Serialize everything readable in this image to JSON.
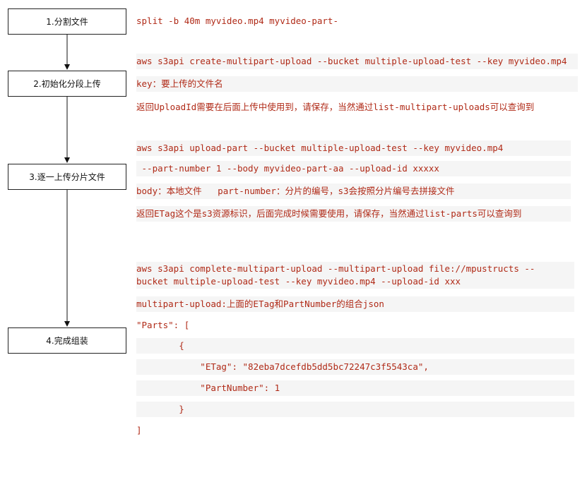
{
  "steps": {
    "s1": "1.分割文件",
    "s2": "2.初始化分段上传",
    "s3": "3.逐一上传分片文件",
    "s4": "4.完成组装"
  },
  "code": {
    "split": "split -b 40m myvideo.mp4 myvideo-part-",
    "create_cmd": "aws s3api create-multipart-upload --bucket multiple-upload-test --key myvideo.mp4",
    "create_key_note": "key：要上传的文件名",
    "create_return_note": "返回UploadId需要在后面上传中使用到，请保存，当然通过list-multipart-uploads可以查询到",
    "upload_cmd_1": "aws s3api upload-part --bucket multiple-upload-test --key myvideo.mp4",
    "upload_cmd_2": " --part-number 1 --body myvideo-part-aa --upload-id xxxxx",
    "upload_params_note": "body：本地文件   part-number：分片的编号，s3会按照分片编号去拼接文件",
    "upload_return_note": "返回ETag这个是s3资源标识，后面完成时候需要使用，请保存，当然通过list-parts可以查询到",
    "complete_cmd_1": "aws s3api complete-multipart-upload --multipart-upload file://mpustructs --",
    "complete_cmd_2": "bucket multiple-upload-test --key myvideo.mp4 --upload-id xxx",
    "complete_note": "multipart-upload:上面的ETag和PartNumber的组合json",
    "json_1": "\"Parts\": [",
    "json_2": "        {",
    "json_3": "            \"ETag\": \"82eba7dcefdb5dd5bc72247c3f5543ca\",",
    "json_4": "            \"PartNumber\": 1",
    "json_5": "        }",
    "json_6": "]"
  }
}
